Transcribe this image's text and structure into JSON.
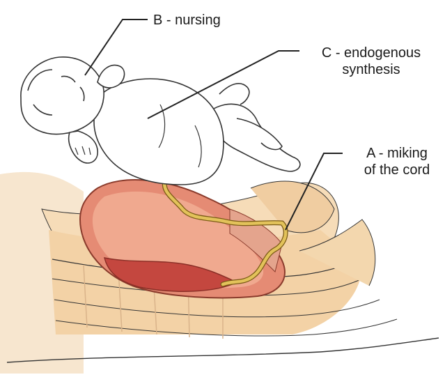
{
  "labels": {
    "b": "B - nursing",
    "c_line1": "C - endogenous",
    "c_line2": "synthesis",
    "a_line1": "A - miking",
    "a_line2": "of the cord"
  },
  "colors": {
    "uterus": "#e07a66",
    "uterus_light": "#f0a693",
    "placenta": "#c9554a",
    "cord": "#d9b84a",
    "tissue": "#f2cfa3",
    "tissue_light": "#f8e3c6",
    "outline": "#333333"
  }
}
